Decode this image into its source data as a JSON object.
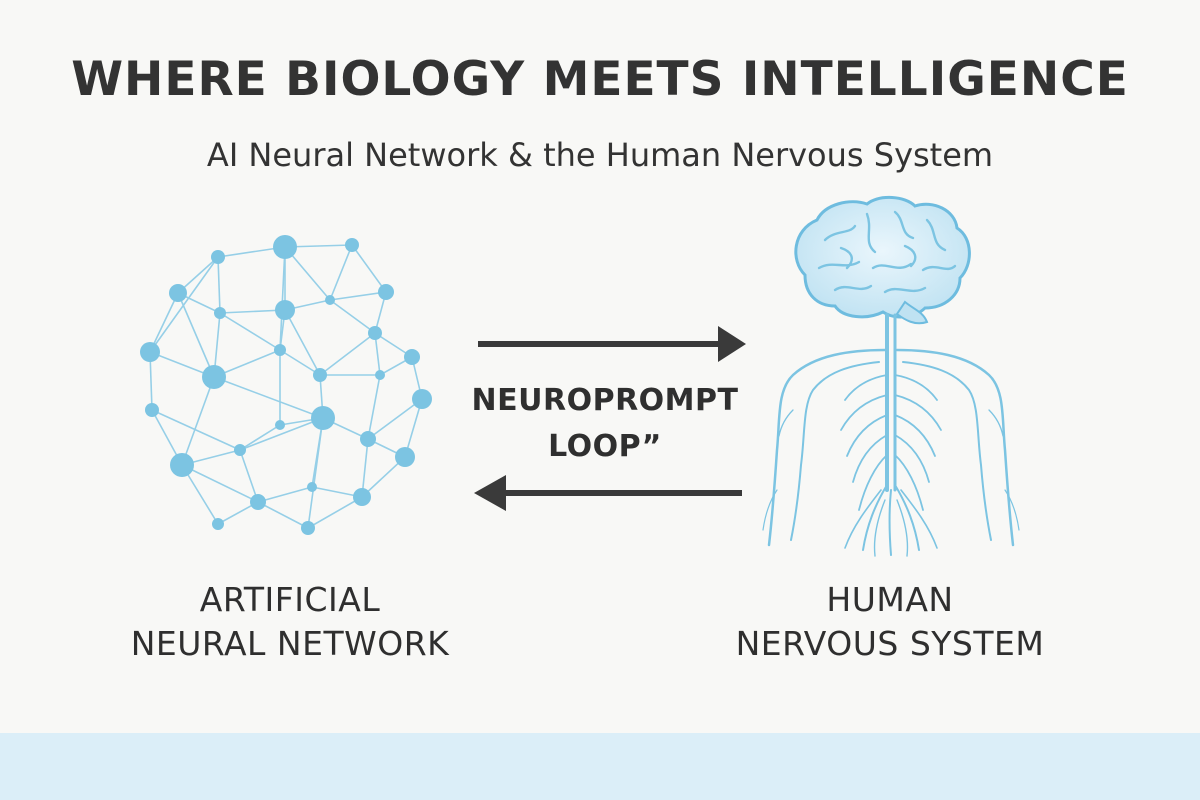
{
  "header": {
    "title": "WHERE BIOLOGY MEETS INTELLIGENCE",
    "subtitle": "AI Neural Network & the Human Nervous System"
  },
  "center": {
    "loop_label_line1": "NEUROPROMPT",
    "loop_label_line2": "LOOP”"
  },
  "left_panel": {
    "caption_line1": "ARTIFICIAL",
    "caption_line2": "NEURAL NETWORK",
    "icon": "neural-network-graph"
  },
  "right_panel": {
    "caption_line1": "HUMAN",
    "caption_line2": "NERVOUS SYSTEM",
    "icon": "human-nervous-system"
  },
  "colors": {
    "node": "#7cc4e2",
    "edge": "#8ccbe6",
    "arrow": "#3a3a3a",
    "band": "#dbeef8",
    "background": "#f8f8f6"
  }
}
